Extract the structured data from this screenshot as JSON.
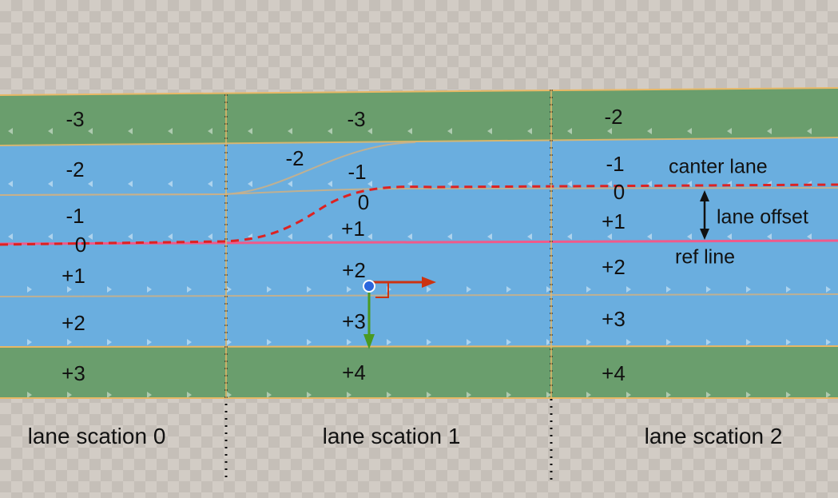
{
  "colors": {
    "shoulder_lane": "#6a9e6d",
    "driving_lane": "#6aaedf",
    "lane_border": "#e8b866",
    "ref_line": "#f05a8a",
    "center_lane_line": "#dd2222",
    "axis_x": "#cc3311",
    "axis_y": "#4a9a22",
    "gizmo_origin": "#2a66dd"
  },
  "sections": [
    {
      "name": "lane scation 0",
      "lane_ids": [
        "-3",
        "-2",
        "-1",
        "0",
        "+1",
        "+2",
        "+3"
      ]
    },
    {
      "name": "lane scation 1",
      "lane_ids": [
        "-3",
        "-2",
        "-1",
        "0",
        "+1",
        "+2",
        "+3",
        "+4"
      ]
    },
    {
      "name": "lane scation 2",
      "lane_ids": [
        "-2",
        "-1",
        "0",
        "+1",
        "+2",
        "+3",
        "+4"
      ]
    }
  ],
  "annotations": {
    "center_lane": "canter lane",
    "lane_offset": "lane offset",
    "ref_line": "ref line"
  }
}
